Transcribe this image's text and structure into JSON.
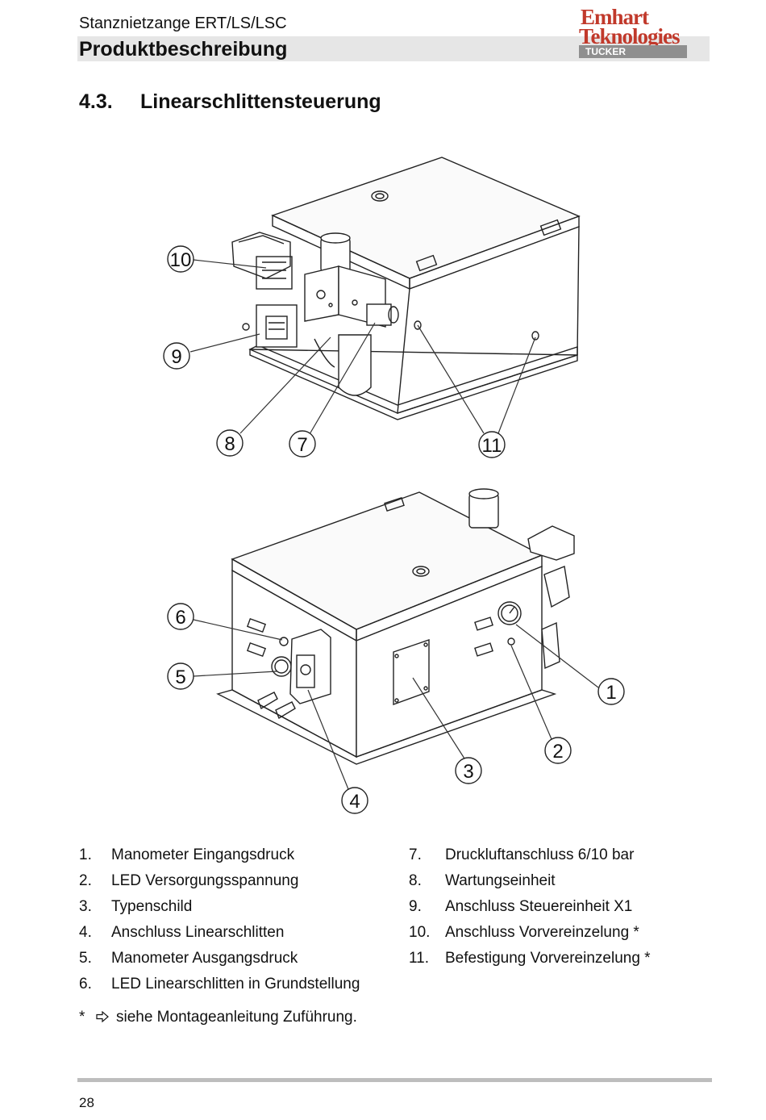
{
  "header": {
    "subtitle": "Stanznietzange ERT/LS/LSC",
    "title": "Produktbeschreibung",
    "logo": {
      "line1": "Emhart",
      "line2": "Teknologies",
      "line3": "TUCKER"
    }
  },
  "section": {
    "number": "4.3.",
    "title": "Linearschlittensteuerung"
  },
  "figure": {
    "callouts_top": [
      "10",
      "9",
      "8",
      "7",
      "11"
    ],
    "callouts_bottom": [
      "6",
      "5",
      "4",
      "3",
      "2",
      "1"
    ]
  },
  "legend": {
    "left": [
      {
        "num": "1.",
        "text": "Manometer Eingangsdruck"
      },
      {
        "num": "2.",
        "text": "LED Versorgungsspannung"
      },
      {
        "num": "3.",
        "text": "Typenschild"
      },
      {
        "num": "4.",
        "text": "Anschluss Linearschlitten"
      },
      {
        "num": "5.",
        "text": "Manometer Ausgangsdruck"
      },
      {
        "num": "6.",
        "text": "LED Linearschlitten in Grundstellung"
      }
    ],
    "right": [
      {
        "num": "7.",
        "text": "Druckluftanschluss 6/10 bar"
      },
      {
        "num": "8.",
        "text": "Wartungseinheit"
      },
      {
        "num": "9.",
        "text": "Anschluss Steuereinheit X1"
      },
      {
        "num": "10.",
        "text": "Anschluss Vorvereinzelung *"
      },
      {
        "num": "11.",
        "text": "Befestigung Vorvereinzelung *"
      }
    ]
  },
  "footnote": {
    "star": "*",
    "arrow_icon": "right-arrow-outline-icon",
    "text": "siehe Montageanleitung Zuführung."
  },
  "footer": {
    "page_number": "28"
  },
  "colors": {
    "logo_red": "#c1392b",
    "header_bar": "#e6e6e6",
    "tucker_bar": "#8f8f8f",
    "footer_rule": "#bdbdbd"
  }
}
